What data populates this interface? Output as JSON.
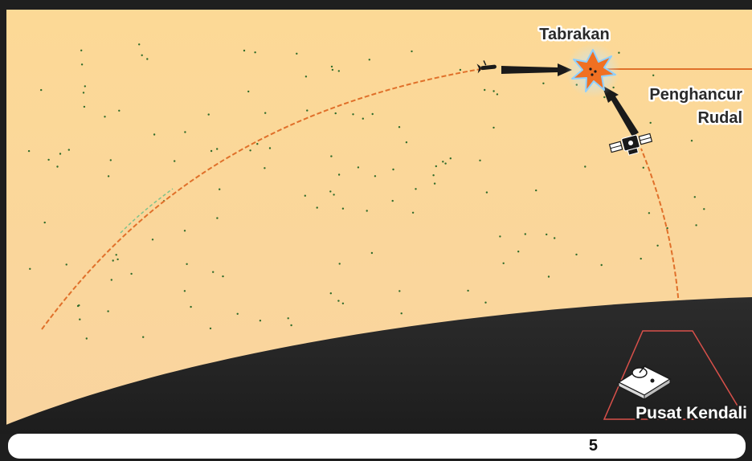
{
  "labels": {
    "collision": "Tabrakan",
    "destroyer_line1": "Penghancur",
    "destroyer_line2": "Rudal",
    "control_center": "Pusat Kendali"
  },
  "icons": {
    "collision": "explosion-burst-icon",
    "missile": "missile-icon",
    "destroyer": "interceptor-satellite-icon",
    "control_center": "control-station-icon"
  },
  "colors": {
    "sky": "#fbd79a",
    "earth": "#252525",
    "trajectory": "#e0702a",
    "burst": "#f07022",
    "arrow": "#1a1a1a",
    "stars": "#2f6b2a"
  },
  "page": {
    "number": "5"
  }
}
